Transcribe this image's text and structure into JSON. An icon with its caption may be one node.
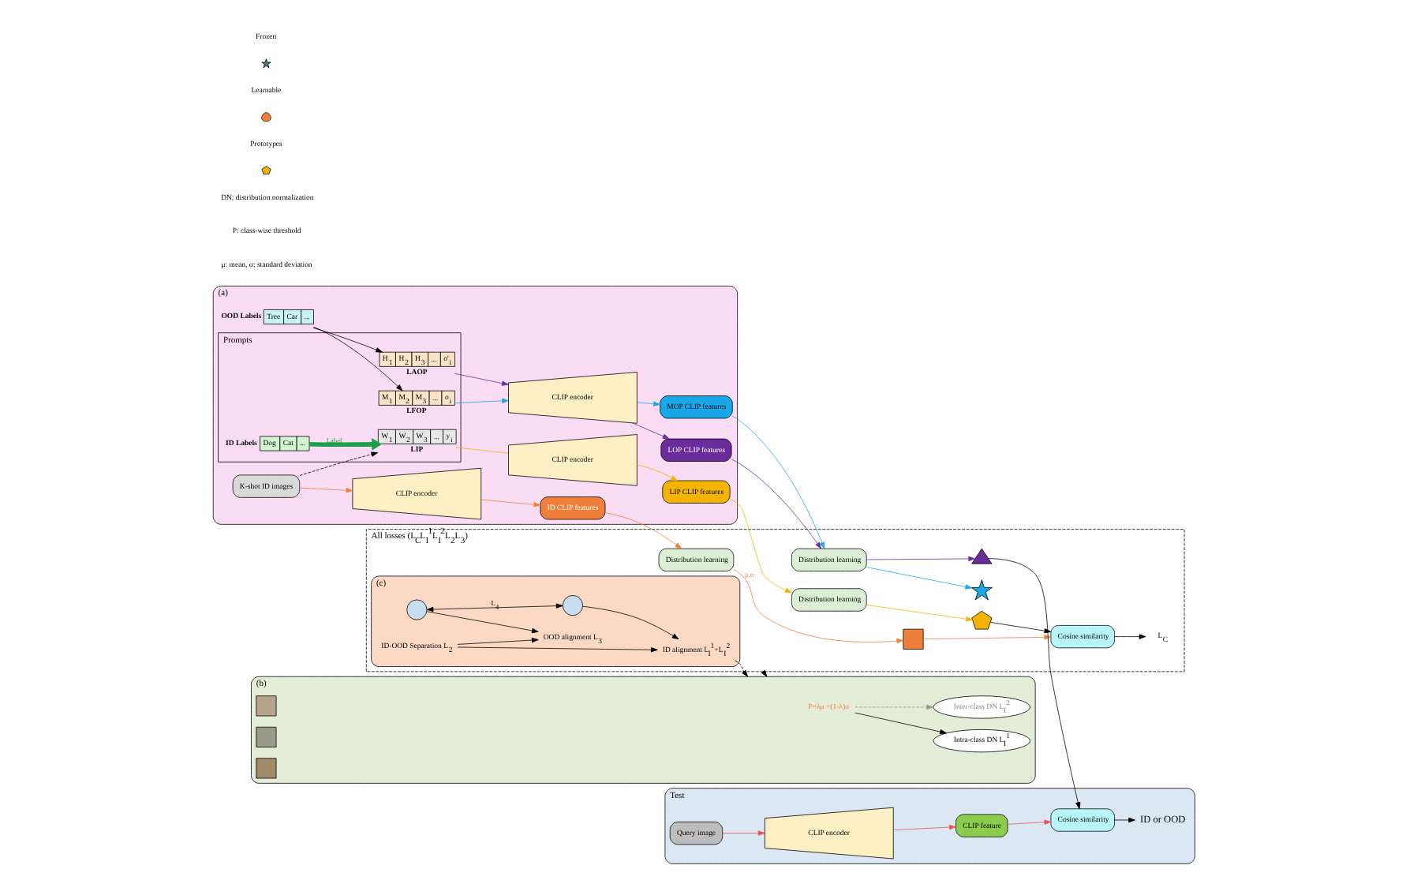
{
  "diagram": {
    "nodes": [
      {
        "text": [
          "(a)"
        ]
      },
      {
        "text": [
          "K-shot ID images"
        ],
        "in": 0
      },
      {
        "text": [
          "CLIP encoder"
        ],
        "in": 0
      },
      {
        "text": [
          "ID CLIP features"
        ],
        "in": 0
      },
      {
        "text": [
          "Prompts"
        ],
        "in": 0
      },
      {
        "text": [
          "W$_{1}$",
          "W$_{2}$",
          "W$_{3}$",
          "...",
          "y$_{i}$",
          "LIP"
        ],
        "in": 4
      },
      {
        "text": [
          "ID Labels",
          "Dog",
          "Cat",
          "..."
        ],
        "in": 4
      },
      {
        "text": [
          "M$_{1}$",
          "M$_{2}$",
          "M$_{3}$",
          "...",
          "o$_{i}$",
          "LFOP"
        ],
        "in": 4
      },
      {
        "text": [
          "H$_{1}$",
          "H$_{2}$",
          "H$_{3}$",
          "...",
          "o'$_{i}$",
          "LAOP"
        ],
        "in": 4
      },
      {
        "text": [
          "OOD Labels",
          "Tree",
          "Car",
          "..."
        ],
        "in": 0
      },
      {
        "text": [
          "CLIP encoder"
        ],
        "in": 0
      },
      {
        "text": [
          "LIP CLIP features"
        ],
        "in": 0
      },
      {
        "text": [
          "CLIP encoder"
        ],
        "in": 0
      },
      {
        "text": [
          "MOP CLIP features"
        ],
        "in": 0
      },
      {
        "text": [
          "LOP CLIP features"
        ],
        "in": 0
      },
      {
        "text": [
          "All losses (L$_{C}$L$_{I}$$^{1}$L$_{I}$$^{2}$L$_{2}$L$_{3}$)"
        ]
      },
      {
        "text": [
          "Distribution learning"
        ],
        "in": 15
      },
      {
        "text": [
          "Distribution learning"
        ],
        "in": 15
      },
      {
        "text": [
          "Distribution learning"
        ],
        "in": 15
      },
      {
        "text": [],
        "shape": "box",
        "in": 15
      },
      {
        "text": [],
        "shape": "pentagon",
        "in": 15
      },
      {
        "text": [],
        "shape": "star",
        "in": 15
      },
      {
        "text": [],
        "shape": "triangle",
        "in": 15
      },
      {
        "text": [
          "Cosine similarity"
        ],
        "in": 15
      },
      {
        "text": [
          "L$_{C}$"
        ],
        "in": 15
      },
      {
        "text": [
          "(c)"
        ],
        "in": 15
      },
      {
        "text": [],
        "shape": "ellipse",
        "in": 25
      },
      {
        "text": [],
        "shape": "ellipse",
        "in": 25
      },
      {
        "text": [
          "OOD alignment L$_{3}$"
        ],
        "in": 25
      },
      {
        "text": [
          "ID-OOD Separation L$_{2}$"
        ],
        "in": 25
      },
      {
        "text": [
          "ID alignment L$_{I}$$^{1}$+L$_{I}$$^{2}$"
        ],
        "in": 25
      },
      {
        "text": [
          "Test"
        ]
      },
      {
        "text": [
          "Query image"
        ],
        "in": 31
      },
      {
        "text": [
          "CLIP encoder"
        ],
        "in": 31
      },
      {
        "text": [
          "CLIP feature"
        ],
        "in": 31
      },
      {
        "text": [
          "Cosine similarity"
        ],
        "in": 31
      },
      {
        "text": [
          "ID or OOD"
        ],
        "in": 31
      },
      {
        "text": [
          "(b)"
        ]
      },
      {
        "text": [
          "P=λμ +(1-λ)σ"
        ],
        "in": 37
      },
      {
        "text": [
          "Inter-class DN L$_{I}$$^{2}$"
        ],
        "in": 37
      },
      {
        "text": [
          "Intra-class DN L$_{I}$$^{1}$"
        ],
        "in": 37
      },
      {
        "text": [],
        "shape": "box",
        "in": 37
      },
      {
        "text": [],
        "shape": "box",
        "in": 37
      },
      {
        "text": [],
        "shape": "box",
        "in": 37
      }
    ],
    "edges": [
      {
        "from": 1,
        "to": 2,
        "arrow": "to",
        "color": "#f07f3c"
      },
      {
        "from": 2,
        "to": 3,
        "arrow": "to",
        "color": "#f07f3c"
      },
      {
        "from": 3,
        "to": 16,
        "arrow": "to",
        "color": "#f07f3c"
      },
      {
        "from": 16,
        "to": 19,
        "arrow": "to",
        "label": "μ,σ",
        "color": "#f07f3c"
      },
      {
        "from": 19,
        "to": 23,
        "arrow": "to",
        "color": "#f07f3c"
      },
      {
        "from": 1,
        "to": 5,
        "arrow": "to",
        "style": "dashed"
      },
      {
        "from": 6,
        "to": 5,
        "arrow": "to",
        "label": "Label",
        "style": "thick",
        "color": "#1aa04a"
      },
      {
        "from": 5,
        "to": 10,
        "arrow": "none",
        "color": "#f5b400"
      },
      {
        "from": 10,
        "to": 11,
        "arrow": "to",
        "color": "#f5b400"
      },
      {
        "from": 11,
        "to": 17,
        "arrow": "to",
        "color": "#f5b400"
      },
      {
        "from": 17,
        "to": 20,
        "arrow": "to",
        "color": "#f5b400"
      },
      {
        "from": 9,
        "to": 7,
        "arrow": "to"
      },
      {
        "from": 9,
        "to": 8,
        "arrow": "to"
      },
      {
        "from": 7,
        "to": 12,
        "arrow": "to",
        "color": "#1aa7e8"
      },
      {
        "from": 8,
        "to": 12,
        "arrow": "to",
        "color": "#6a2c9a"
      },
      {
        "from": 12,
        "to": 13,
        "arrow": "to",
        "color": "#1aa7e8"
      },
      {
        "from": 12,
        "to": 14,
        "arrow": "to",
        "color": "#6a2c9a"
      },
      {
        "from": 13,
        "to": 18,
        "arrow": "to",
        "color": "#1aa7e8"
      },
      {
        "from": 14,
        "to": 18,
        "arrow": "to",
        "color": "#6a2c9a"
      },
      {
        "from": 18,
        "to": 21,
        "arrow": "to",
        "color": "#1aa7e8"
      },
      {
        "from": 18,
        "to": 22,
        "arrow": "to",
        "color": "#6a2c9a"
      },
      {
        "from": 20,
        "to": 23,
        "arrow": "to"
      },
      {
        "from": 22,
        "to": 35,
        "arrow": "to"
      },
      {
        "from": 23,
        "to": 24,
        "arrow": "to"
      },
      {
        "from": 26,
        "to": 27,
        "arrow": "both",
        "label": "L$_{4}$"
      },
      {
        "from": 26,
        "to": 28,
        "arrow": "to"
      },
      {
        "from": 29,
        "to": 28,
        "arrow": "to"
      },
      {
        "from": 29,
        "to": 30,
        "arrow": "to"
      },
      {
        "from": 27,
        "to": 30,
        "arrow": "to"
      },
      {
        "from": 30,
        "to": 37,
        "arrow": "to",
        "style": "dashed"
      },
      {
        "from": 15,
        "to": 37,
        "arrow": "to",
        "style": "dashed"
      },
      {
        "from": 32,
        "to": 33,
        "arrow": "to",
        "color": "#f05050"
      },
      {
        "from": 33,
        "to": 34,
        "arrow": "to",
        "color": "#f05050"
      },
      {
        "from": 34,
        "to": 35,
        "arrow": "to",
        "color": "#f05050"
      },
      {
        "from": 35,
        "to": 36,
        "arrow": "to"
      },
      {
        "from": 38,
        "to": 39,
        "arrow": "to",
        "style": "dashed",
        "color": "#999999"
      },
      {
        "from": 38,
        "to": 40,
        "arrow": "to"
      }
    ],
    "labels": [
      "DN: distribution normalization",
      "P: class-wise threshold",
      "μ: mean, σ: standard deviation"
    ],
    "legend": [
      {
        "text": "Frozen"
      },
      {
        "text": "Learnable"
      },
      {
        "text": "Prototypes"
      }
    ]
  }
}
